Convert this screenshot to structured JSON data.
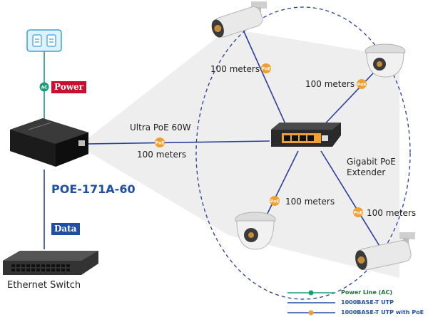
{
  "power_tag": "Power",
  "data_tag": "Data",
  "injector_model": "POE-171A-60",
  "ultra_poe_label": "Ultra PoE 60W",
  "main_link_distance": "100 meters",
  "extender_label_line1": "Gigabit PoE",
  "extender_label_line2": "Extender",
  "switch_label": "Ethernet Switch",
  "camera_links": [
    {
      "name": "top-left",
      "distance": "100 meters"
    },
    {
      "name": "top-right",
      "distance": "100 meters"
    },
    {
      "name": "bottom-left",
      "distance": "100 meters"
    },
    {
      "name": "bottom-right",
      "distance": "100 meters"
    }
  ],
  "badge_ac": "AC",
  "badge_poe": "PoE",
  "legend": [
    {
      "label": "Power Line (AC)",
      "color": "#1a9a7a"
    },
    {
      "label": "1000BASE-T UTP",
      "color": "#1f4ea3"
    },
    {
      "label": "1000BASE-T UTP with PoE",
      "color": "#1f4ea3"
    }
  ],
  "colors": {
    "power_line": "#1a9a7a",
    "utp": "#2a3f9a",
    "poe_badge": "#f0a030",
    "power_tag_bg": "#c8102e",
    "data_tag_bg": "#1f4ea3",
    "model_text": "#1f4ea3"
  }
}
